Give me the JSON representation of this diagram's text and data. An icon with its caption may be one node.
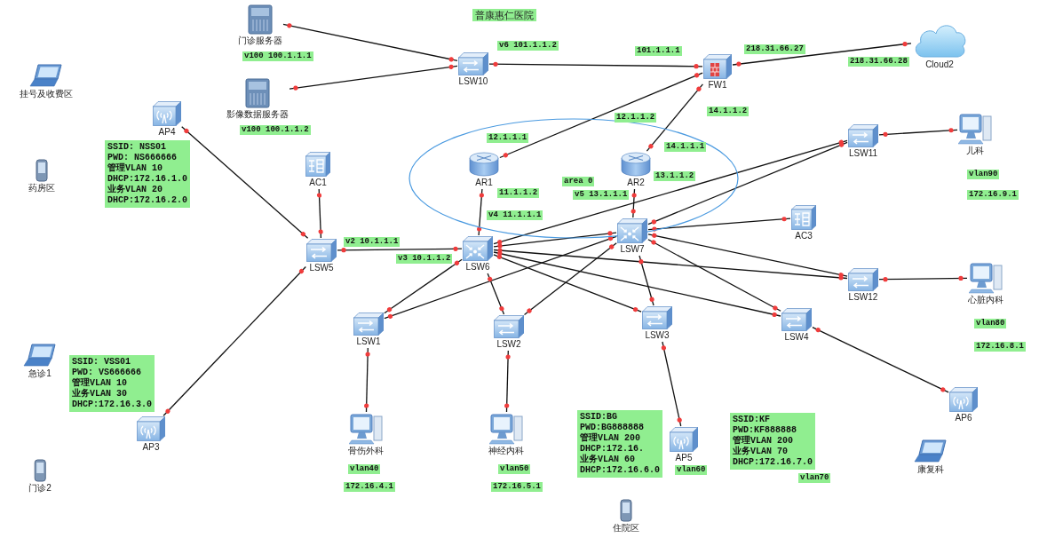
{
  "diagram": {
    "title": "普康惠仁医院",
    "nodes": [
      {
        "text": [
          "门诊服务器"
        ],
        "beside": [
          "v100 100.1.1.1"
        ]
      },
      {
        "text": [
          "LSW10"
        ]
      },
      {
        "text": [
          "FW1"
        ]
      },
      {
        "text": [
          "Cloud2"
        ]
      },
      {
        "text": [
          "挂号及收费区"
        ]
      },
      {
        "text": [
          "影像数据服务器"
        ],
        "beside": [
          "v100 100.1.1.2"
        ]
      },
      {
        "text": [
          "AP4"
        ]
      },
      {
        "text": [
          "SSID: NSS01",
          "PWD: NS666666",
          "管理VLAN 10",
          "DHCP:172.16.1.0",
          "业务VLAN 20",
          "DHCP:172.16.2.0"
        ]
      },
      {
        "text": [
          "area 0"
        ]
      },
      {
        "text": [
          "AR1"
        ],
        "in": 8
      },
      {
        "text": [
          "AR2"
        ],
        "in": 8
      },
      {
        "text": [
          "LSW11"
        ]
      },
      {
        "text": [
          "儿科"
        ],
        "beside": [
          "vlan90",
          "172.16.9.1"
        ]
      },
      {
        "text": [
          "药房区"
        ]
      },
      {
        "text": [
          "AC1"
        ]
      },
      {
        "text": [
          "AC3"
        ]
      },
      {
        "text": [
          "LSW5"
        ]
      },
      {
        "text": [
          "LSW6"
        ]
      },
      {
        "text": [
          "LSW7"
        ]
      },
      {
        "text": [
          "LSW12"
        ]
      },
      {
        "text": [
          "心脏内科"
        ],
        "beside": [
          "vlan80",
          "172.16.8.1"
        ]
      },
      {
        "text": [
          "LSW1"
        ]
      },
      {
        "text": [
          "LSW2"
        ]
      },
      {
        "text": [
          "LSW3"
        ]
      },
      {
        "text": [
          "LSW4"
        ]
      },
      {
        "text": [
          "急诊1"
        ]
      },
      {
        "text": [
          "SSID: VSS01",
          "PWD: VS666666",
          "管理VLAN 10",
          "业务VLAN 30",
          "DHCP:172.16.3.0"
        ]
      },
      {
        "text": [
          "AP3"
        ]
      },
      {
        "text": [
          "AP6"
        ]
      },
      {
        "text": [
          "骨伤外科"
        ],
        "beside": [
          "vlan40",
          "172.16.4.1"
        ]
      },
      {
        "text": [
          "神经内科"
        ],
        "beside": [
          "vlan50",
          "172.16.5.1"
        ]
      },
      {
        "text": [
          "SSID:BG",
          "PWD:BG888888",
          "管理VLAN 200",
          "DHCP:172.16.",
          "业务VLAN 60",
          "DHCP:172.16.6.0"
        ]
      },
      {
        "text": [
          "AP5"
        ],
        "beside": [
          "vlan60"
        ]
      },
      {
        "text": [
          "SSID:KF",
          "PWD:KF888888",
          "管理VLAN 200",
          "业务VLAN 70",
          "DHCP:172.16.7.0"
        ]
      },
      {
        "text": [
          "康复科"
        ]
      },
      {
        "text": [
          "门诊2"
        ]
      },
      {
        "text": [
          "住院区"
        ]
      }
    ],
    "edges": [
      {
        "from": 0,
        "to": 1,
        "arrow": "other"
      },
      {
        "from": 5,
        "to": 1,
        "arrow": "other"
      },
      {
        "from": 1,
        "to": 2,
        "arrow": "other"
      },
      {
        "from": 2,
        "to": 3,
        "arrow": "other"
      },
      {
        "from": 2,
        "to": 9,
        "arrow": "other"
      },
      {
        "from": 2,
        "to": 10,
        "arrow": "other"
      },
      {
        "from": 9,
        "to": 17,
        "arrow": "other"
      },
      {
        "from": 10,
        "to": 18,
        "arrow": "other"
      },
      {
        "from": 6,
        "to": 16,
        "arrow": "other"
      },
      {
        "from": 14,
        "to": 16,
        "arrow": "other"
      },
      {
        "from": 16,
        "to": 17,
        "arrow": "other"
      },
      {
        "from": 27,
        "to": 16,
        "arrow": "other"
      },
      {
        "from": 17,
        "to": 18,
        "arrow": "other"
      },
      {
        "from": 17,
        "to": 11,
        "arrow": "other"
      },
      {
        "from": 18,
        "to": 11,
        "arrow": "other"
      },
      {
        "from": 18,
        "to": 15,
        "arrow": "other"
      },
      {
        "from": 17,
        "to": 19,
        "arrow": "other"
      },
      {
        "from": 18,
        "to": 19,
        "arrow": "other"
      },
      {
        "from": 17,
        "to": 24,
        "arrow": "other"
      },
      {
        "from": 18,
        "to": 24,
        "arrow": "other"
      },
      {
        "from": 17,
        "to": 21,
        "arrow": "other"
      },
      {
        "from": 18,
        "to": 21,
        "arrow": "other"
      },
      {
        "from": 17,
        "to": 22,
        "arrow": "other"
      },
      {
        "from": 18,
        "to": 22,
        "arrow": "other"
      },
      {
        "from": 17,
        "to": 23,
        "arrow": "other"
      },
      {
        "from": 18,
        "to": 23,
        "arrow": "other"
      },
      {
        "from": 11,
        "to": 12,
        "arrow": "other"
      },
      {
        "from": 19,
        "to": 20,
        "arrow": "other"
      },
      {
        "from": 24,
        "to": 28,
        "arrow": "other"
      },
      {
        "from": 21,
        "to": 29,
        "arrow": "other"
      },
      {
        "from": 22,
        "to": 30,
        "arrow": "other"
      },
      {
        "from": 23,
        "to": 32,
        "arrow": "other"
      }
    ],
    "labels": [
      "v6 101.1.1.2",
      "101.1.1.1",
      "218.31.66.27",
      "218.31.66.28",
      "12.1.1.2",
      "14.1.1.2",
      "12.1.1.1",
      "14.1.1.1",
      "11.1.1.2",
      "13.1.1.2",
      "v4 11.1.1.1",
      "v5 13.1.1.1",
      "v2 10.1.1.1",
      "v3 10.1.1.2",
      "vlan70"
    ]
  }
}
